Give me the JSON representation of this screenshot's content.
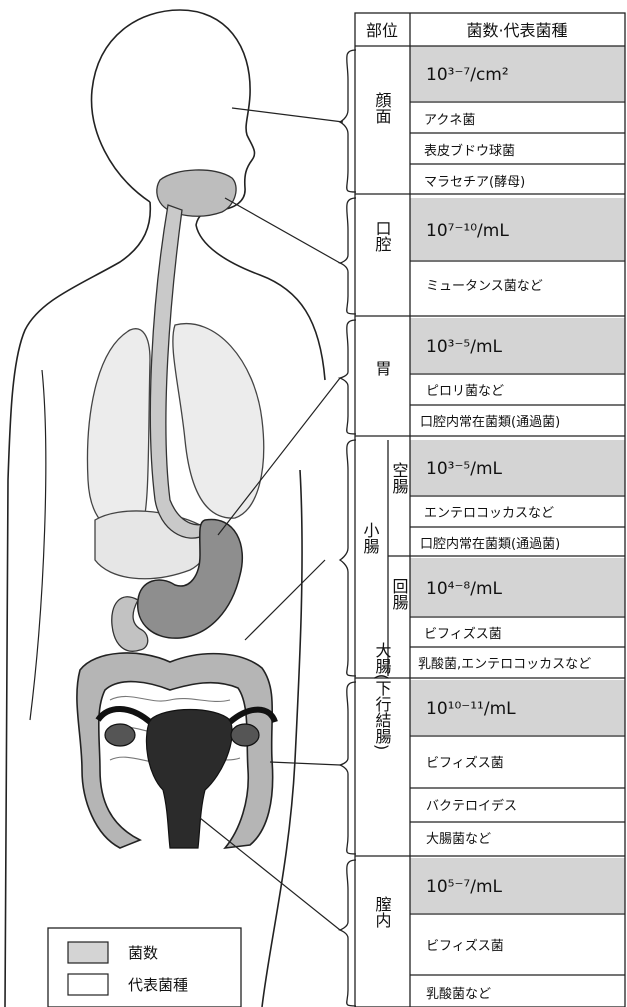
{
  "table": {
    "header_site": "部位",
    "header_info": "菌数·代表菌種",
    "sections": [
      {
        "site": "顔面",
        "sub": "",
        "count": "10³⁻⁷/cm²",
        "species": [
          "アクネ菌",
          "表皮ブドウ球菌",
          "マラセチア(酵母)"
        ]
      },
      {
        "site": "口腔",
        "sub": "",
        "count": "10⁷⁻¹⁰/mL",
        "species": [
          "ミュータンス菌など"
        ]
      },
      {
        "site": "胃",
        "sub": "",
        "count": "10³⁻⁵/mL",
        "species": [
          "ピロリ菌など",
          "口腔内常在菌類(通過菌)"
        ]
      },
      {
        "site": "小腸",
        "sub": "空腸",
        "count": "10³⁻⁵/mL",
        "species": [
          "エンテロコッカスなど",
          "口腔内常在菌類(通過菌)"
        ]
      },
      {
        "site": "小腸",
        "sub": "回腸",
        "count": "10⁴⁻⁸/mL",
        "species": [
          "ビフィズス菌",
          "乳酸菌,エンテロコッカスなど"
        ]
      },
      {
        "site": "大腸(下行結腸)",
        "sub": "",
        "count": "10¹⁰⁻¹¹/mL",
        "species": [
          "ビフィズス菌",
          "バクテロイデス",
          "大腸菌など"
        ]
      },
      {
        "site": "膣内",
        "sub": "",
        "count": "10⁵⁻⁷/mL",
        "species": [
          "ビフィズス菌",
          "乳酸菌など"
        ]
      }
    ]
  },
  "legend": {
    "count_label": "菌数",
    "species_label": "代表菌種",
    "count_color": "#d4d4d4",
    "species_color": "#ffffff"
  }
}
